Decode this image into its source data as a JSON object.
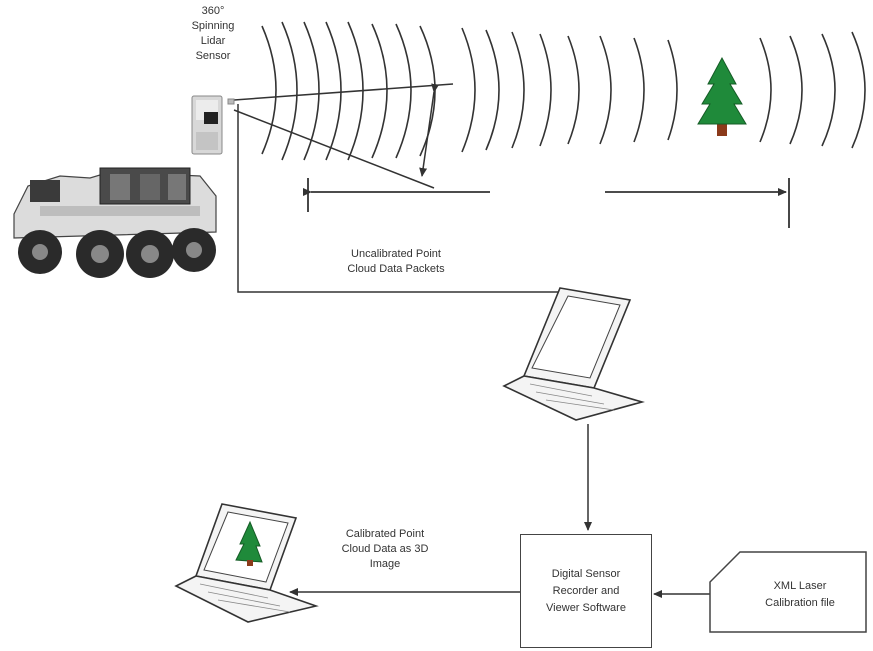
{
  "sensor": {
    "line1": "360°",
    "line2": "Spinning",
    "line3": "Lidar",
    "line4": "Sensor"
  },
  "labels": {
    "uncal_line1": "Uncalibrated Point",
    "uncal_line2": "Cloud Data Packets",
    "cal_line1": "Calibrated Point",
    "cal_line2": "Cloud Data as 3D",
    "cal_line3": "Image"
  },
  "software_box": {
    "line1": "Digital Sensor",
    "line2": "Recorder and",
    "line3": "Viewer Software"
  },
  "calibration_file": {
    "line1": "XML Laser",
    "line2": "Calibration file"
  },
  "icons": {
    "vehicle": "8-wheel-atv-icon",
    "lidar": "lidar-sensor-icon",
    "tree": "pine-tree-icon",
    "laptop": "laptop-icon"
  },
  "colors": {
    "tree_green": "#1f8a3a",
    "trunk_brown": "#8b3a1a",
    "line": "#444444"
  }
}
